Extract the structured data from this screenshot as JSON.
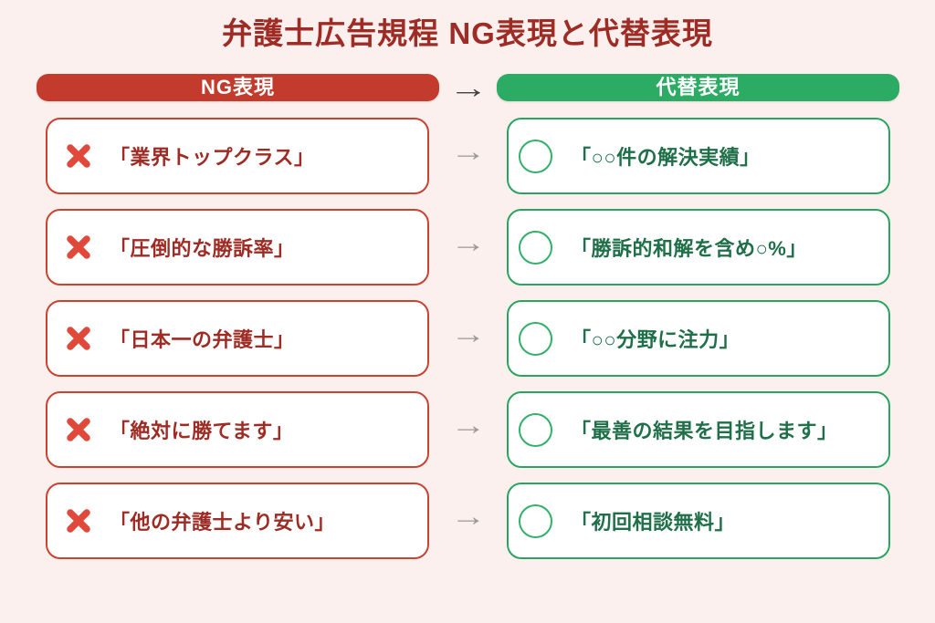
{
  "title": "弁護士広告規程 NG表現と代替表現",
  "header": {
    "ng_label": "NG表現",
    "alt_label": "代替表現"
  },
  "glyphs": {
    "arrow": "→"
  },
  "rows": [
    {
      "ng": "「業界トップクラス」",
      "alt": "「○○件の解決実績」"
    },
    {
      "ng": "「圧倒的な勝訴率」",
      "alt": "「勝訴的和解を含め○%」"
    },
    {
      "ng": "「日本一の弁護士」",
      "alt": "「○○分野に注力」"
    },
    {
      "ng": "「絶対に勝てます」",
      "alt": "「最善の結果を目指します」"
    },
    {
      "ng": "「他の弁護士より安い」",
      "alt": "「初回相談無料」"
    }
  ],
  "icons": {
    "ng_icon": "cross-mark",
    "alt_icon": "circle-outline"
  },
  "colors": {
    "background": "#fcf0ee",
    "title_text": "#9e2c25",
    "ng_pill": "#c23b2c",
    "alt_pill": "#2bab63",
    "ng_border": "#c9432f",
    "ng_text": "#9e2c25",
    "cross_icon": "#e0493a",
    "alt_border": "#2aa55f",
    "alt_text": "#1f6f49",
    "circle_icon": "#33b06a",
    "header_arrow": "#414141",
    "row_arrow": "#9e9795"
  }
}
